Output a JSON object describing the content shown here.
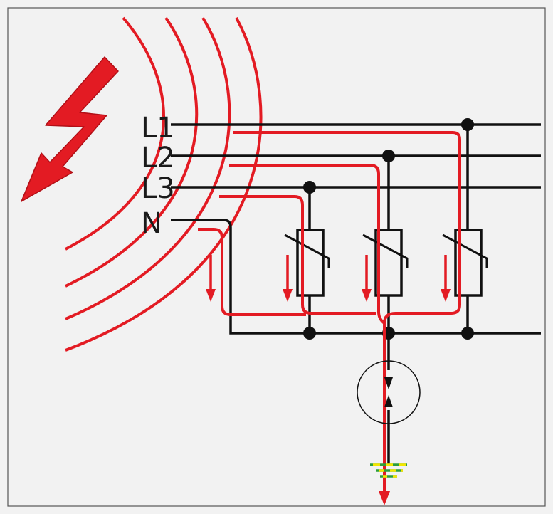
{
  "diagram": {
    "line_labels": {
      "l1": "L1",
      "l2": "L2",
      "l3": "L3",
      "n": "N"
    },
    "colors": {
      "background": "#f2f2f2",
      "frame": "#555555",
      "conductor": "#111111",
      "surge": "#e31b23",
      "lightning": "#e31b23",
      "earth_green": "#2e9e3a",
      "earth_yellow": "#f2e600"
    },
    "icons": [
      "lightning-bolt-icon",
      "varistor-icon",
      "earth-ground-icon",
      "current-meter-icon"
    ]
  }
}
